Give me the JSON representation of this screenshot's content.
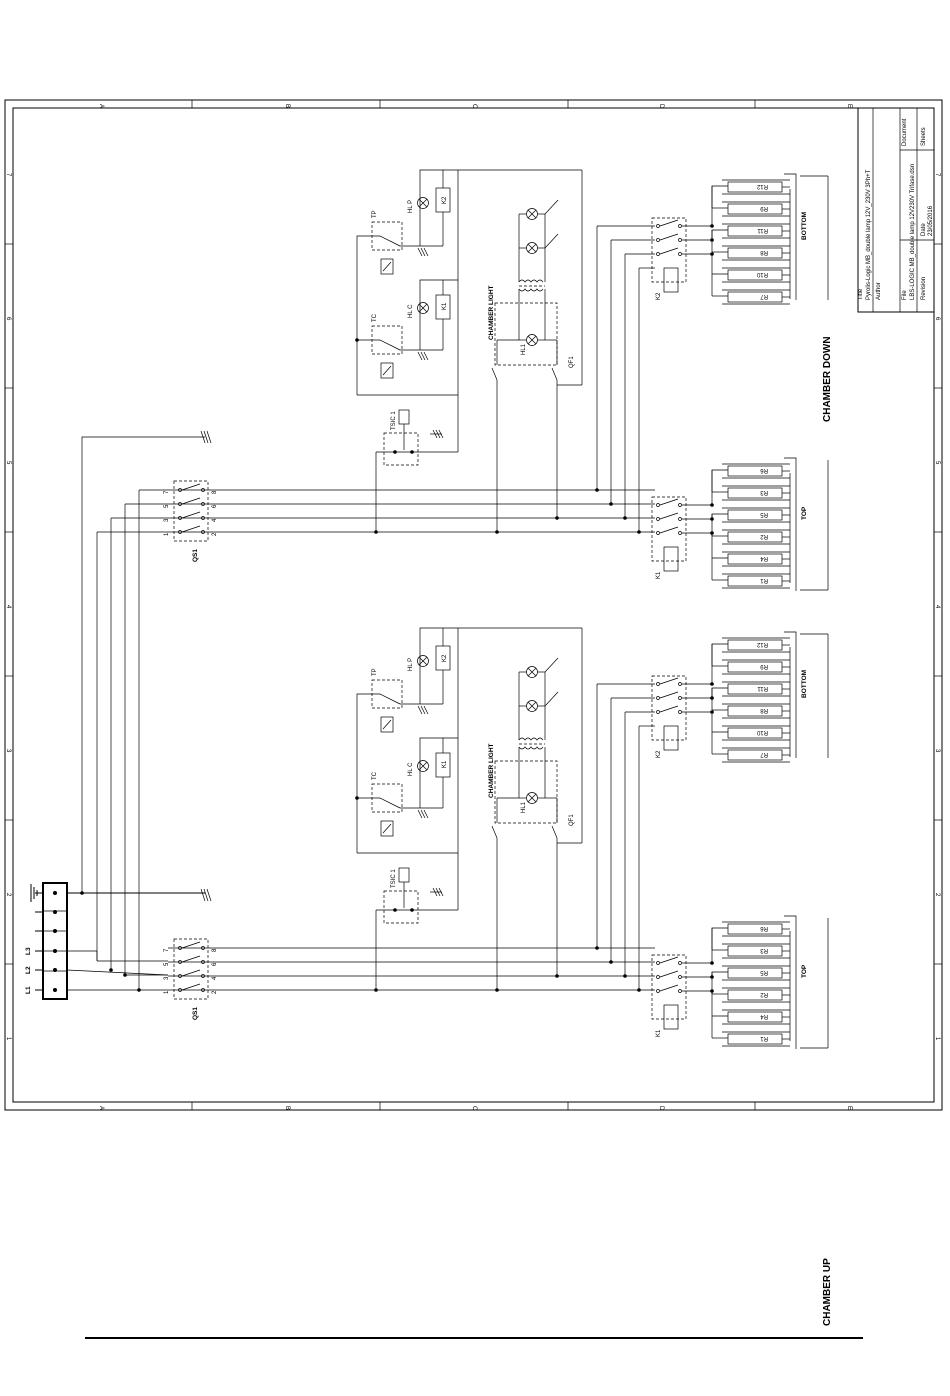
{
  "title_block": {
    "title_label": "Title",
    "title": "Pyrolis-Logic MB_double lamp 12V_230V 3Ph+T",
    "author_label": "Author",
    "file_label": "File",
    "file": "LBS-LOGIC MB_double lamp 12V230V Trifase.dsn",
    "revision_label": "Revision",
    "date_label": "Date",
    "date": "23/05/2016",
    "document_label": "Document",
    "sheets_label": "Sheets"
  },
  "zones": {
    "top": [
      "A",
      "B",
      "C",
      "D",
      "E"
    ],
    "left": [
      "1",
      "2",
      "3",
      "4",
      "5",
      "6",
      "7"
    ]
  },
  "supply": {
    "terminals": [
      "L1",
      "L2",
      "L3"
    ]
  },
  "chambers": [
    {
      "title": "CHAMBER DOWN",
      "switch": "QS1",
      "switch_pins": [
        "1",
        "3",
        "5",
        "7",
        "2",
        "4",
        "6",
        "8"
      ],
      "safety_thermostat": "TSIC 1",
      "thermostats": [
        "TP",
        "TC"
      ],
      "lamps": [
        "HL P",
        "HL C"
      ],
      "relays": [
        "K2",
        "K1"
      ],
      "light_title": "CHAMBER LIGHT",
      "light_lamp": "HL1",
      "light_fuse": "QF1",
      "contactors": [
        "K2",
        "K1"
      ],
      "groups": [
        {
          "name": "BOTTOM",
          "resistors": [
            "R12",
            "R9",
            "R11",
            "R8",
            "R10",
            "R7"
          ]
        },
        {
          "name": "TOP",
          "resistors": [
            "R6",
            "R3",
            "R5",
            "R2",
            "R4",
            "R1"
          ]
        }
      ]
    },
    {
      "title": "CHAMBER UP",
      "switch": "QS1",
      "switch_pins": [
        "1",
        "3",
        "5",
        "7",
        "2",
        "4",
        "6",
        "8"
      ],
      "safety_thermostat": "TSIC 1",
      "thermostats": [
        "TP",
        "TC"
      ],
      "lamps": [
        "HL P",
        "HL C"
      ],
      "relays": [
        "K2",
        "K1"
      ],
      "light_title": "CHAMBER LIGHT",
      "light_lamp": "HL1",
      "light_fuse": "QF1",
      "contactors": [
        "K2",
        "K1"
      ],
      "groups": [
        {
          "name": "BOTTOM",
          "resistors": [
            "R12",
            "R9",
            "R11",
            "R8",
            "R10",
            "R7"
          ]
        },
        {
          "name": "TOP",
          "resistors": [
            "R6",
            "R3",
            "R5",
            "R2",
            "R4",
            "R1"
          ]
        }
      ]
    }
  ]
}
